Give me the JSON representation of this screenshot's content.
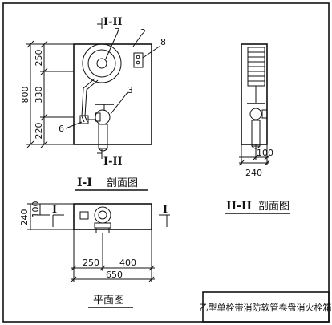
{
  "section_I": {
    "cut_mark_top": "I-II",
    "cut_mark_bottom": "I-II",
    "callouts": {
      "c7": "7",
      "c2": "2",
      "c8": "8",
      "c3": "3",
      "c6": "6"
    },
    "dims": {
      "d250": "250",
      "d330": "330",
      "d220": "220",
      "total": "800"
    },
    "title_mark": "I-I",
    "title_text": "剖面图"
  },
  "section_II": {
    "dims": {
      "d100": "100",
      "d240": "240"
    },
    "title_mark": "II-II",
    "title_text": "剖面图"
  },
  "plan": {
    "cut_left": "I",
    "cut_right": "I",
    "dims": {
      "d240": "240",
      "d100": "100",
      "d250": "250",
      "d400": "400",
      "d650": "650"
    },
    "title_text": "平面图"
  },
  "title_block": {
    "text": "乙型单栓带消防软管卷盘消火栓箱"
  }
}
